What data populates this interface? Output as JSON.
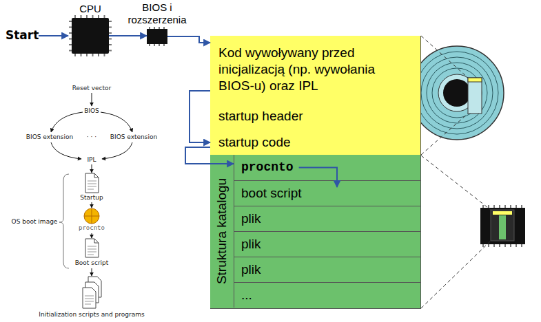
{
  "diagram": {
    "nodes": [
      {
        "text": [
          "CPU"
        ]
      },
      {
        "text": [
          "BIOS i rozszerzenia"
        ]
      },
      {
        "text": [
          "Kod wywoływany przed inicjalizacją (np. wywołania BIOS-u) oraz IPL"
        ]
      },
      {
        "text": [
          "startup header"
        ]
      },
      {
        "text": [
          "startup code"
        ]
      },
      {
        "text": [
          "Struktura katalogu"
        ]
      },
      {
        "text": [
          "procnto"
        ],
        "in": 5
      },
      {
        "text": [
          "boot script"
        ],
        "in": 5
      },
      {
        "text": [
          "plik"
        ],
        "in": 5
      },
      {
        "text": [
          "plik"
        ],
        "in": 5
      },
      {
        "text": [
          "plik"
        ],
        "in": 5
      },
      {
        "text": [
          "..."
        ],
        "in": 5
      }
    ],
    "edges": [
      {
        "from": 0,
        "to": 1,
        "arrow": "to"
      },
      {
        "from": 1,
        "to": 2,
        "arrow": "to"
      },
      {
        "from": 2,
        "to": 4,
        "arrow": "to"
      },
      {
        "from": 4,
        "to": 6,
        "arrow": "to"
      },
      {
        "from": 6,
        "to": 7,
        "arrow": "to"
      }
    ],
    "labels": [
      "Start",
      "Reset vector",
      "BIOS",
      "BIOS extension",
      "· · ·",
      "BIOS extension",
      "IPL",
      "Startup",
      "procnto",
      "Boot script",
      "OS boot image",
      "Initialization scripts and programs"
    ]
  }
}
